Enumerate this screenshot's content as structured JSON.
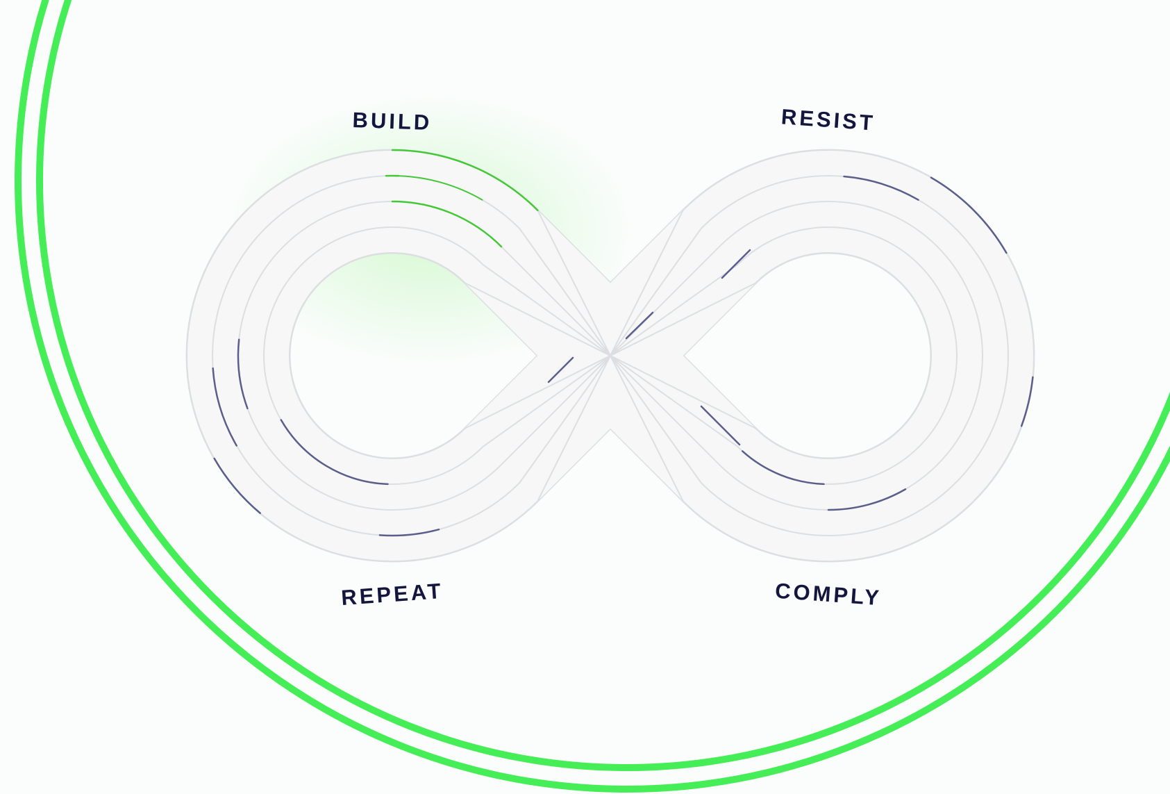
{
  "colors": {
    "background": "#fbfdfd",
    "accent_green": "#45ee56",
    "track_fill": "#f7f7f7",
    "track_edge": "#dcdfe2",
    "highlight_green": "#44c838",
    "dash_navy": "#5a5e8a",
    "label_navy": "#14163d"
  },
  "labels": {
    "top_left": "BUILD",
    "top_right": "RESIST",
    "bottom_left": "REPEAT",
    "bottom_right": "COMPLY"
  },
  "icons": {
    "infinity": "infinity-loop"
  }
}
